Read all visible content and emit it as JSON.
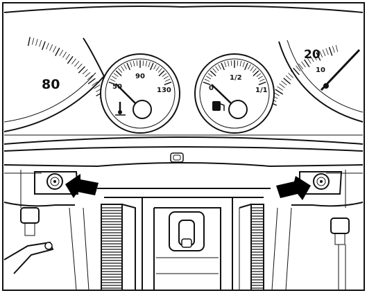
{
  "diagram": {
    "speedometer": {
      "label_80": "80"
    },
    "temperature_gauge": {
      "min": "50",
      "mid": "90",
      "max": "130",
      "icon": "coolant-temperature-icon"
    },
    "fuel_gauge": {
      "min": "0",
      "mid": "1/2",
      "max": "1/1",
      "icon": "fuel-pump-icon"
    },
    "tachometer": {
      "label_20": "20",
      "label_10": "10"
    },
    "arrows": [
      "left-screw-arrow",
      "right-screw-arrow"
    ],
    "colors": {
      "ink": "#111111",
      "paper": "#ffffff",
      "arrow": "#000000"
    }
  }
}
